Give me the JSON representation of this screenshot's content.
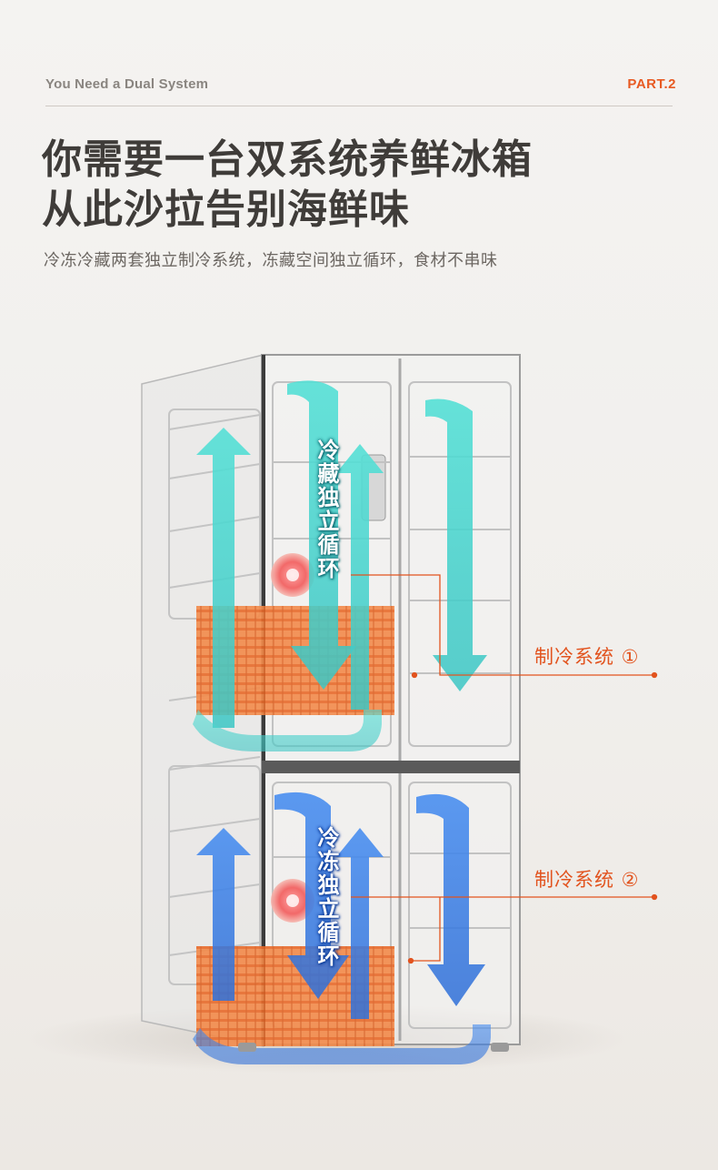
{
  "header": {
    "section_label": "You Need a Dual System",
    "part_label": "PART.2"
  },
  "headline": {
    "line1": "你需要一台双系统养鲜冰箱",
    "line2": "从此沙拉告别海鲜味"
  },
  "subtitle": "冷冻冷藏两套独立制冷系统，冻藏空间独立循环，食材不串味",
  "labels": {
    "fridge_cycle": "冷藏独立循环",
    "freezer_cycle": "冷冻独立循环"
  },
  "callouts": {
    "system1": "制冷系统 ①",
    "system2": "制冷系统 ②"
  },
  "colors": {
    "accent": "#e85a22",
    "fridge_flow": "#4fd8d0",
    "freezer_flow": "#3d7ee0",
    "coil": "#f07a3a"
  }
}
